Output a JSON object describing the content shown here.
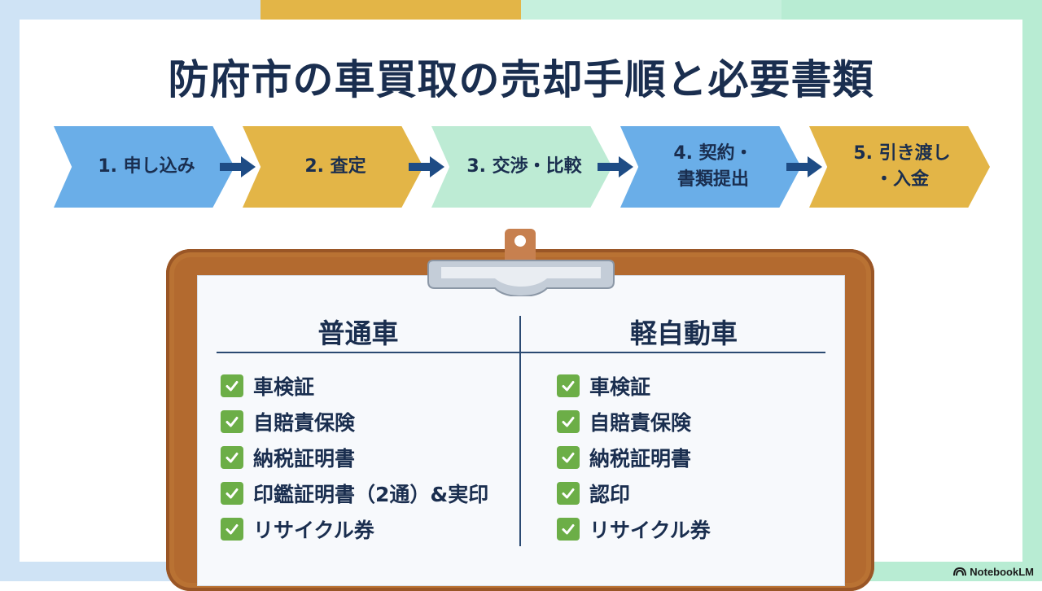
{
  "title": "防府市の車買取の売却手順と必要書類",
  "colors": {
    "navy": "#1a2e4f",
    "blue": "#6aaee8",
    "gold": "#e3b547",
    "mint": "#bdebd4",
    "check_green": "#6cae47",
    "clipboard_wood": "#b36a2f",
    "arrow": "#1e4c85"
  },
  "steps": [
    {
      "label": "1. 申し込み",
      "color": "#6aaee8"
    },
    {
      "label": "2. 査定",
      "color": "#e3b547"
    },
    {
      "label": "3. 交渉・比較",
      "color": "#bdebd4"
    },
    {
      "label": "4. 契約・\n書類提出",
      "color": "#6aaee8"
    },
    {
      "label": "5. 引き渡し\n・入金",
      "color": "#e3b547"
    }
  ],
  "checklists": {
    "regular_car": {
      "title": "普通車",
      "items": [
        "車検証",
        "自賠責保険",
        "納税証明書",
        "印鑑証明書（2通）&実印",
        "リサイクル券"
      ]
    },
    "kei_car": {
      "title": "軽自動車",
      "items": [
        "車検証",
        "自賠責保険",
        "納税証明書",
        "認印",
        "リサイクル券"
      ]
    }
  },
  "footer": {
    "brand": "NotebookLM",
    "brand_icon": "notebooklm-logo-icon"
  }
}
